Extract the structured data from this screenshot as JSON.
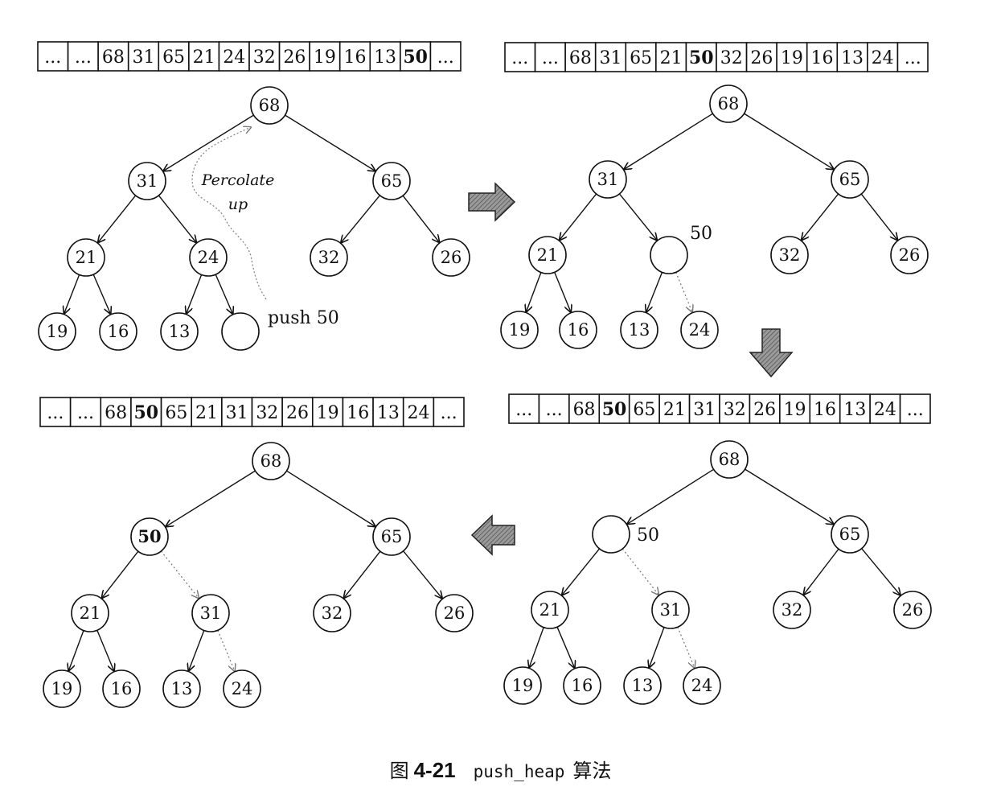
{
  "panels": [
    {
      "array": [
        "...",
        "...",
        "68",
        "31",
        "65",
        "21",
        "24",
        "32",
        "26",
        "19",
        "16",
        "13",
        "50",
        "..."
      ],
      "bold_index": 12,
      "nodes": [
        "68",
        "31",
        "65",
        "21",
        "24",
        "32",
        "26",
        "19",
        "16",
        "13",
        ""
      ],
      "bold_nodes": [],
      "dotted_edges": [],
      "outside_label": "push 50",
      "annotation": [
        "Percolate",
        "up"
      ]
    },
    {
      "array": [
        "...",
        "...",
        "68",
        "31",
        "65",
        "21",
        "50",
        "32",
        "26",
        "19",
        "16",
        "13",
        "24",
        "..."
      ],
      "bold_index": 6,
      "nodes": [
        "68",
        "31",
        "65",
        "21",
        "",
        "32",
        "26",
        "19",
        "16",
        "13",
        "24"
      ],
      "bold_nodes": [],
      "dotted_edges": [
        [
          4,
          10
        ]
      ],
      "outside_label": "50"
    },
    {
      "array": [
        "...",
        "...",
        "68",
        "50",
        "65",
        "21",
        "31",
        "32",
        "26",
        "19",
        "16",
        "13",
        "24",
        "..."
      ],
      "bold_index": 3,
      "nodes": [
        "68",
        "",
        "65",
        "21",
        "31",
        "32",
        "26",
        "19",
        "16",
        "13",
        "24"
      ],
      "bold_nodes": [],
      "dotted_edges": [
        [
          1,
          4
        ],
        [
          4,
          10
        ]
      ],
      "outside_label": "50"
    },
    {
      "array": [
        "...",
        "...",
        "68",
        "50",
        "65",
        "21",
        "31",
        "32",
        "26",
        "19",
        "16",
        "13",
        "24",
        "..."
      ],
      "bold_index": 3,
      "nodes": [
        "68",
        "50",
        "65",
        "21",
        "31",
        "32",
        "26",
        "19",
        "16",
        "13",
        "24"
      ],
      "bold_nodes": [
        1
      ],
      "dotted_edges": [
        [
          1,
          4
        ],
        [
          4,
          10
        ]
      ],
      "outside_label": ""
    }
  ],
  "caption": {
    "fig": "图",
    "number": "4-21",
    "code": "push_heap",
    "suffix": "算法"
  }
}
